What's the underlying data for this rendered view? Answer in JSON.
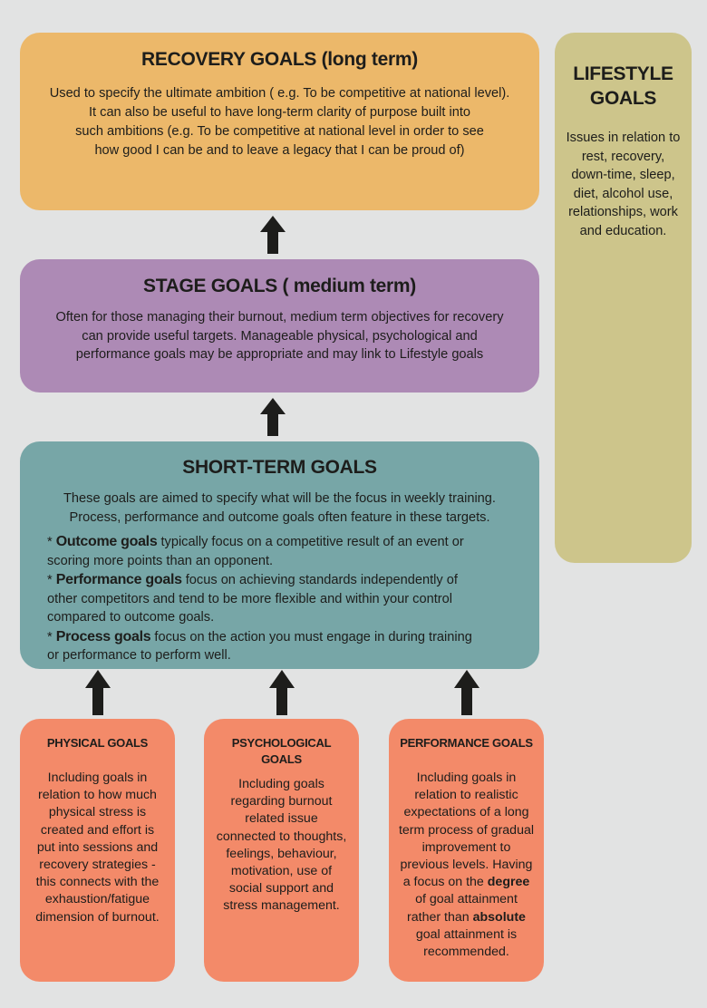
{
  "recovery": {
    "title": "RECOVERY GOALS (long term)",
    "lines": [
      "Used to specify the ultimate ambition ( e.g. To be competitive at national level).",
      "It can also be useful to have long-term clarity of purpose built into",
      "such ambitions (e.g. To be competitive at national level in order to see",
      "how good I can be and to leave a legacy that I can be proud of)"
    ]
  },
  "lifestyle": {
    "title_lines": [
      "LIFESTYLE",
      "GOALS"
    ],
    "lines": [
      "Issues in relation to",
      "rest, recovery,",
      "down-time, sleep,",
      "diet, alcohol use,",
      "relationships, work",
      "and education."
    ]
  },
  "stage": {
    "title": "STAGE GOALS ( medium term)",
    "lines": [
      "Often for those managing their burnout, medium term objectives for recovery",
      "can provide useful targets. Manageable physical, psychological and",
      "performance goals may be appropriate and may link to Lifestyle goals"
    ]
  },
  "short_term": {
    "title": "SHORT-TERM GOALS",
    "intro_lines": [
      "These goals are aimed to specify what will be the focus in weekly training.",
      "Process, performance and outcome goals often feature in these targets."
    ],
    "items": [
      {
        "bullet": "* ",
        "label": "Outcome goals",
        "text": " typically focus on a competitive result of an event or",
        "cont": "scoring more points than an opponent."
      },
      {
        "bullet": "* ",
        "label": "Performance goals",
        "text": " focus on achieving standards independently of",
        "cont": "other competitors and tend to be more flexible and within your control",
        "cont2": "compared to outcome goals."
      },
      {
        "bullet": "* ",
        "label": "Process goals",
        "text": " focus on the action you must engage in during training",
        "cont": "or performance to perform well."
      }
    ]
  },
  "physical": {
    "title": "PHYSICAL GOALS",
    "lines": [
      "Including goals in",
      "relation to how much",
      "physical stress is",
      "created and effort is",
      "put into sessions and",
      "recovery strategies -",
      "this connects with the",
      "exhaustion/fatigue",
      "dimension of burnout."
    ]
  },
  "psychological": {
    "title_lines": [
      "PSYCHOLOGICAL",
      "GOALS"
    ],
    "lines": [
      "Including goals",
      "regarding burnout",
      "related issue",
      "connected to thoughts,",
      "feelings, behaviour,",
      "motivation, use of",
      "social support and",
      "stress management."
    ]
  },
  "performance": {
    "title": "PERFORMANCE GOALS",
    "lines": [
      "Including goals in",
      "relation to realistic",
      "expectations of a long",
      "term process of gradual",
      "improvement to",
      "previous levels. Having"
    ],
    "line7_pre": "a focus on the ",
    "line7_bold": "degree",
    "line8": "of goal attainment",
    "line9_pre": "rather than ",
    "line9_bold": "absolute",
    "line10": "goal attainment is",
    "line11": "recommended."
  },
  "colors": {
    "background": "#e2e3e3",
    "recovery": "#ecb86a",
    "lifestyle": "#cdc58b",
    "stage": "#ad8ab5",
    "short_term": "#77a6a7",
    "bottom_boxes": "#f38a69",
    "arrow": "#1d1d1b"
  },
  "icons": [
    "arrow-up-icon"
  ]
}
